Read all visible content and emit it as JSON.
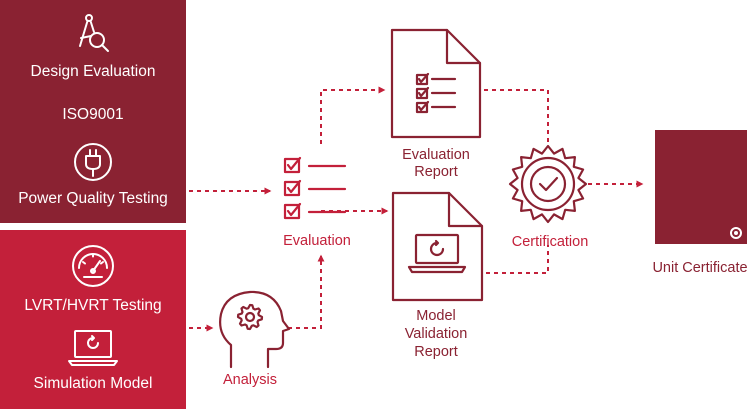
{
  "colors": {
    "dark_red": "#8a2232",
    "bright_red": "#c3203a",
    "white": "#ffffff"
  },
  "inputs": {
    "top_panel": {
      "items": [
        {
          "label": "Design Evaluation",
          "icon": "drafting-compass-search-icon"
        },
        {
          "label": "ISO9001"
        },
        {
          "label": "Power Quality Testing",
          "icon": "power-plug-icon"
        }
      ]
    },
    "bottom_panel": {
      "items": [
        {
          "label": "LVRT/HVRT Testing",
          "icon": "gauge-icon"
        },
        {
          "label": "Simulation Model",
          "icon": "laptop-refresh-icon"
        }
      ]
    }
  },
  "nodes": {
    "evaluation": {
      "label": "Evaluation",
      "icon": "checklist-icon"
    },
    "analysis": {
      "label": "Analysis",
      "icon": "head-gear-icon"
    },
    "evaluation_report": {
      "line1": "Evaluation",
      "line2": "Report",
      "icon": "checklist-document-icon"
    },
    "model_validation_report": {
      "line1": "Model",
      "line2": "Validation",
      "line3": "Report",
      "icon": "laptop-document-icon"
    },
    "certification": {
      "label": "Certification",
      "icon": "certification-seal-icon"
    },
    "unit_certificate": {
      "label": "Unit Certificate",
      "icon": "certificate-box-icon"
    }
  }
}
